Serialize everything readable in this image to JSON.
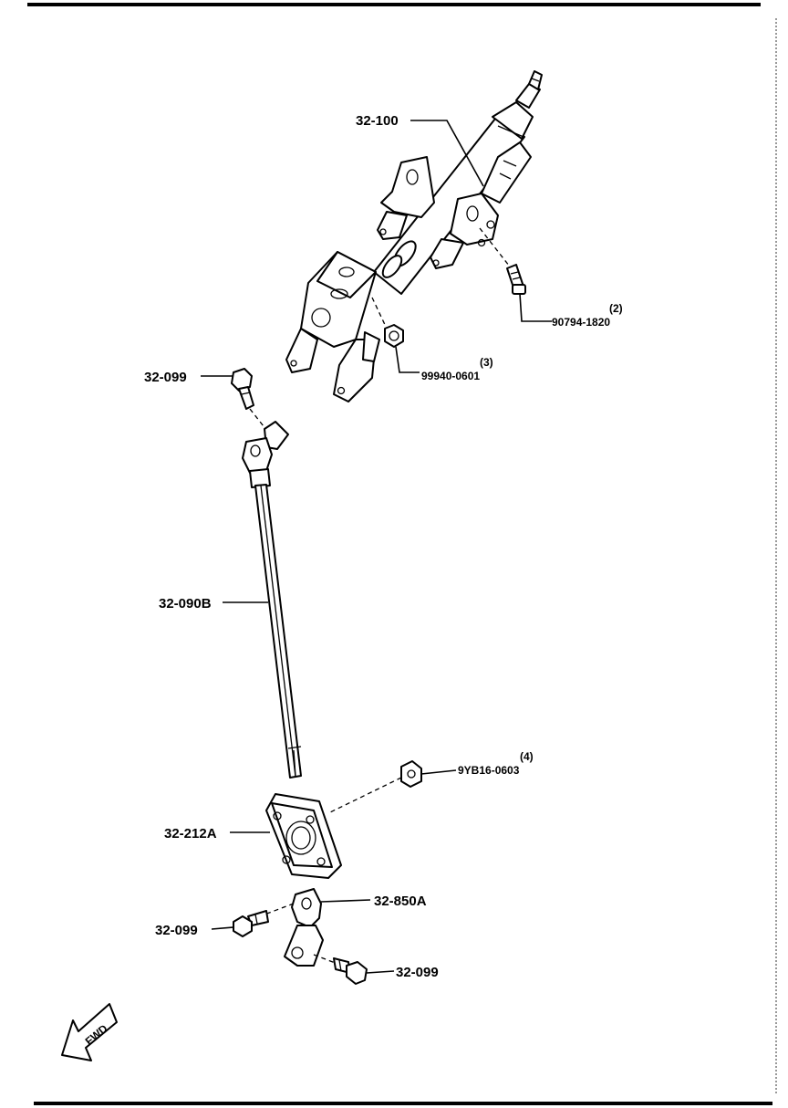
{
  "diagram": {
    "callouts": {
      "steering_column": "32-100",
      "bolt_90794": "90794-1820",
      "bolt_90794_qty": "(2)",
      "nut_99940": "99940-0601",
      "nut_99940_qty": "(3)",
      "upper_joint_bolt": "32-099",
      "intermediate_shaft": "32-090B",
      "flange_nut": "9YB16-0603",
      "flange_nut_qty": "(4)",
      "boot_plate": "32-212A",
      "lower_joint": "32-850A",
      "lower_bolt_left": "32-099",
      "lower_bolt_right": "32-099"
    },
    "direction_arrow": {
      "text": "FWD",
      "icon": "fwd-arrow-icon"
    }
  }
}
